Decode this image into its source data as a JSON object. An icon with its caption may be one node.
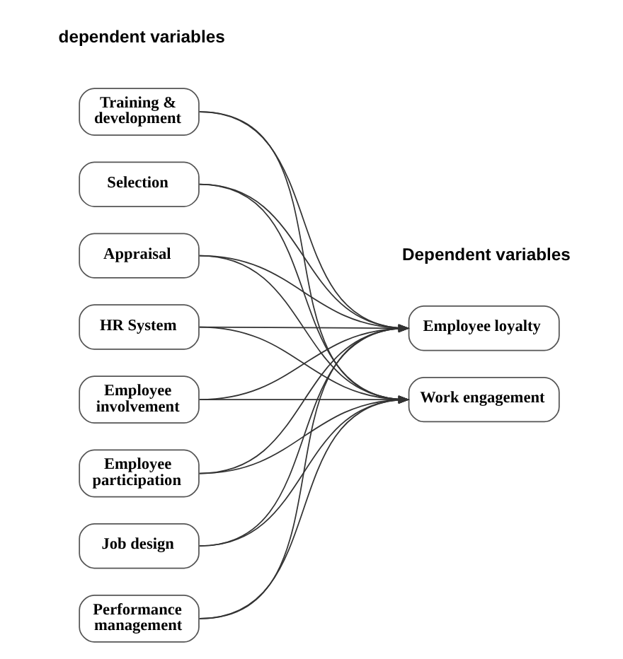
{
  "diagram": {
    "nodes": [
      {
        "text": [
          "Training & development"
        ]
      },
      {
        "text": [
          "Selection"
        ]
      },
      {
        "text": [
          "Appraisal"
        ]
      },
      {
        "text": [
          "HR System"
        ]
      },
      {
        "text": [
          "Employee involvement"
        ]
      },
      {
        "text": [
          "Employee participation"
        ]
      },
      {
        "text": [
          "Job design"
        ]
      },
      {
        "text": [
          "Performance management"
        ]
      },
      {
        "text": [
          "Employee loyalty"
        ]
      },
      {
        "text": [
          "Work engagement"
        ]
      }
    ],
    "edges": [
      {
        "from": 0,
        "to": 8,
        "arrow": "to"
      },
      {
        "from": 1,
        "to": 8,
        "arrow": "to"
      },
      {
        "from": 2,
        "to": 8,
        "arrow": "to"
      },
      {
        "from": 3,
        "to": 8,
        "arrow": "to"
      },
      {
        "from": 4,
        "to": 8,
        "arrow": "to"
      },
      {
        "from": 5,
        "to": 8,
        "arrow": "to"
      },
      {
        "from": 6,
        "to": 8,
        "arrow": "to"
      },
      {
        "from": 7,
        "to": 8,
        "arrow": "to"
      },
      {
        "from": 0,
        "to": 9,
        "arrow": "to"
      },
      {
        "from": 1,
        "to": 9,
        "arrow": "to"
      },
      {
        "from": 2,
        "to": 9,
        "arrow": "to"
      },
      {
        "from": 3,
        "to": 9,
        "arrow": "to"
      },
      {
        "from": 4,
        "to": 9,
        "arrow": "to"
      },
      {
        "from": 5,
        "to": 9,
        "arrow": "to"
      },
      {
        "from": 6,
        "to": 9,
        "arrow": "to"
      },
      {
        "from": 7,
        "to": 9,
        "arrow": "to"
      }
    ],
    "labels": [
      "dependent variables",
      "Dependent variables"
    ]
  }
}
